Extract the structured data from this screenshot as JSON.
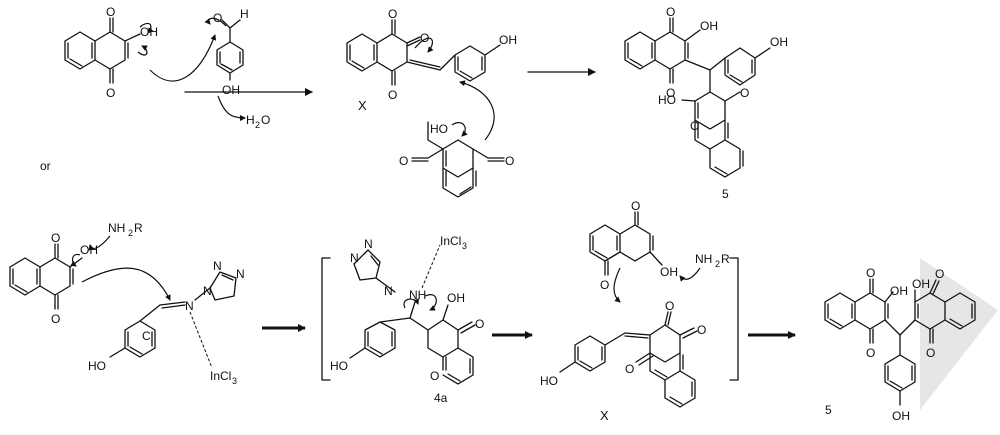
{
  "labels": {
    "oh": "OH",
    "o": "O",
    "h": "H",
    "c": "C",
    "nh": "NH",
    "n": "N",
    "x": "X",
    "or": "or",
    "water_h": "H",
    "water_sub": "2",
    "water_o": "O",
    "ho": "HO",
    "amine": "NH",
    "amine_sub": "2",
    "amine_r": "R",
    "incl": "InCl",
    "incl_sub": "3",
    "compound_5": "5",
    "compound_4a": "4a"
  },
  "colors": {
    "ink": "#111111",
    "highlight": "#e3e3e3"
  }
}
